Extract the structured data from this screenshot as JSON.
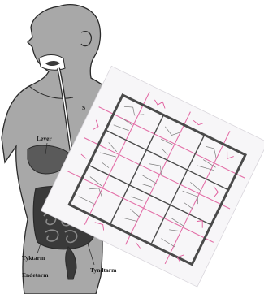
{
  "figure": {
    "labels": {
      "stomach_partial": "S",
      "liver": "Lever",
      "colon": "Tyktarm",
      "rectum": "Endetarm",
      "small_intestine": "Tyndtarm"
    }
  },
  "colors": {
    "outline": "#2a2a2a",
    "body_fill": "#a8a8a8",
    "organ_dark": "#3a3a3a",
    "organ_mid": "#5a5a5a",
    "paper": "#f7f6f8",
    "pencil": "#6b6b6b",
    "magenta": "#e0589a"
  }
}
